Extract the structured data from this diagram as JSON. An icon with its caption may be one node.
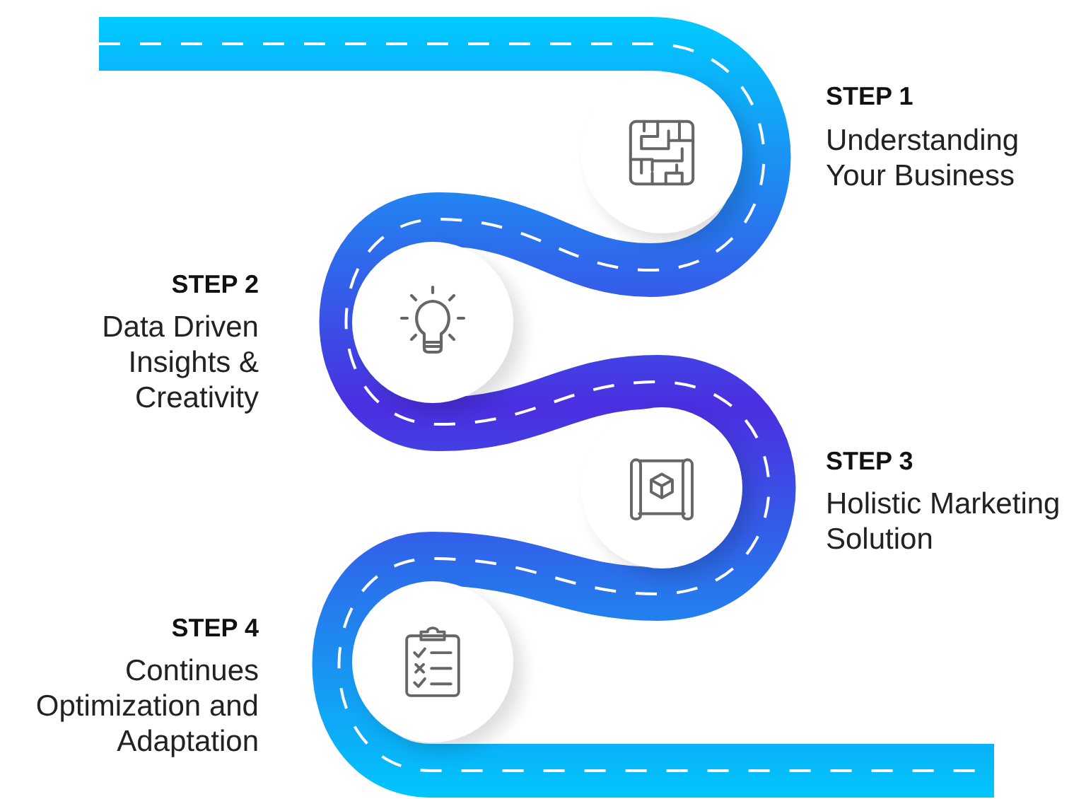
{
  "diagram": {
    "nodes": [
      {
        "text": [],
        "shape": "circle",
        "beside": [
          "STEP 1",
          "Understanding Your Business"
        ]
      },
      {
        "text": [],
        "shape": "circle",
        "beside": [
          "STEP 2",
          "Data Driven Insights & Creativity"
        ]
      },
      {
        "text": [],
        "shape": "circle",
        "beside": [
          "STEP 3",
          "Holistic Marketing Solution"
        ]
      },
      {
        "text": [],
        "shape": "circle",
        "beside": [
          "STEP 4",
          "Continues Optimization and Adaptation"
        ]
      }
    ]
  }
}
